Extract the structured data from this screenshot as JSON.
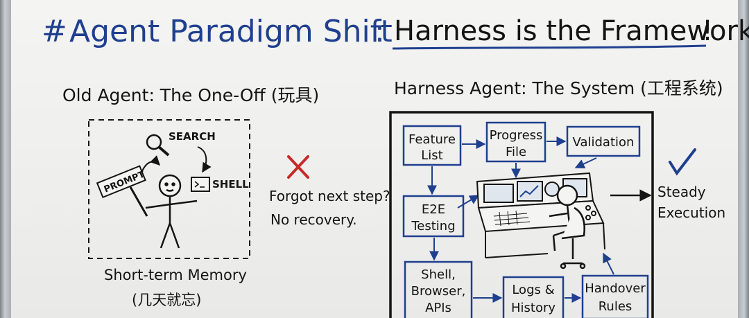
{
  "title": {
    "hash": "#",
    "left": "Agent Paradigm Shift",
    "colon": ":",
    "right": "Harness is the Framework",
    "bang": "!"
  },
  "old_agent": {
    "heading": "Old Agent: The One-Off (玩具)",
    "nodes": {
      "prompt": "PROMPT",
      "search": "SEARCH",
      "shell": "SHELL"
    },
    "caption_line1": "Short-term Memory",
    "caption_line2": "(几天就忘)",
    "failure_line1": "Forgot next step?",
    "failure_line2": "No recovery."
  },
  "harness_agent": {
    "heading": "Harness Agent: The System (工程系统)",
    "boxes": {
      "feature_list": [
        "Feature",
        "List"
      ],
      "progress_file": [
        "Progress",
        "File"
      ],
      "validation": [
        "Validation"
      ],
      "e2e_testing": [
        "E2E",
        "Testing"
      ],
      "shell_browser": [
        "Shell,",
        "Browser,",
        "APIs"
      ],
      "logs_history": [
        "Logs &",
        "History"
      ],
      "handover_rules": [
        "Handover",
        "Rules"
      ]
    },
    "result_line1": "Steady",
    "result_line2": "Execution"
  },
  "colors": {
    "marker_blue": "#1f3f8f",
    "ink_black": "#141414",
    "cross_red": "#c62a2a",
    "check_blue": "#1f3f8f"
  },
  "icons": [
    "magnifier-icon",
    "terminal-icon",
    "stick-figure",
    "cross-icon",
    "checkmark-icon",
    "control-console",
    "operator-figure"
  ]
}
